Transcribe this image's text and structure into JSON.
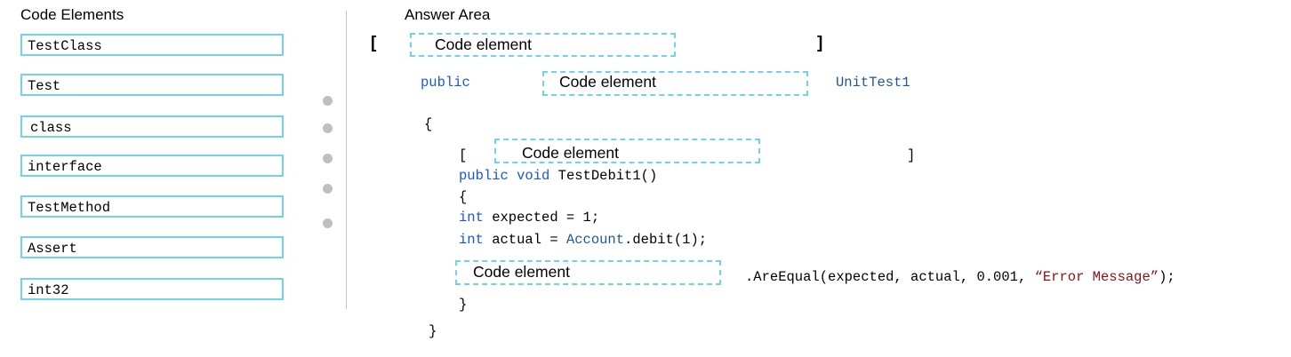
{
  "left_panel": {
    "title": "Code Elements",
    "items": [
      "TestClass",
      "Test",
      "class",
      "interface",
      "TestMethod",
      "Assert",
      "int32"
    ]
  },
  "answer_area": {
    "title": "Answer Area",
    "drop_placeholder": "Code element",
    "line1": {
      "open": "[",
      "close": "]"
    },
    "line2": {
      "keyword": "public",
      "name": "UnitTest1"
    },
    "line3": "{",
    "line4": {
      "open": "[",
      "close": "]"
    },
    "line5": {
      "kw1": "public",
      "kw2": "void",
      "rest": " TestDebit1()"
    },
    "line6": "{",
    "line7": {
      "kw": "int",
      "rest": " expected = 1;"
    },
    "line8": {
      "kw": "int",
      "mid": " actual = ",
      "type": "Account",
      "rest": ".debit(1);"
    },
    "line9": {
      "pre": ".AreEqual(expected, actual, 0.001, ",
      "string": "“Error Message”",
      "post": ");"
    },
    "line10": "}",
    "line11": "}"
  },
  "colors": {
    "keyword": "#1a55e6",
    "type": "#1e5a96",
    "string": "#8b1212",
    "box_border": "#6fd3ea"
  }
}
